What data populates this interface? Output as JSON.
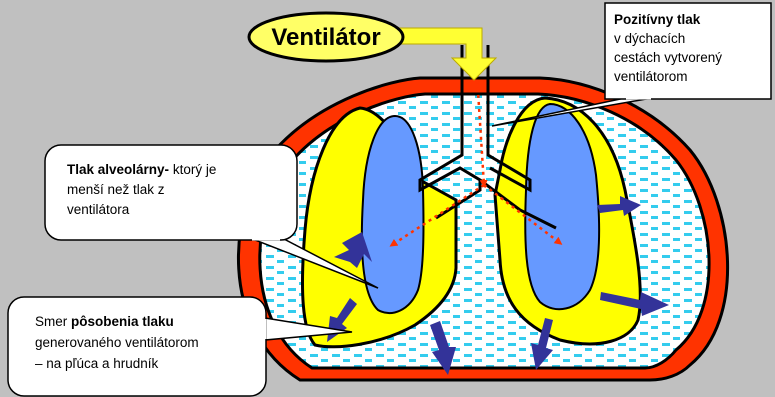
{
  "ventilator_label": "Ventilátor",
  "callouts": {
    "positive_pressure": {
      "title": "Pozitívny tlak",
      "line1": "v dýchacích",
      "line2": "cestách vytvorený",
      "line3": "ventilátorom"
    },
    "alveolar_pressure": {
      "title": "Tlak alveolárny-",
      "line1_rest": " ktorý je",
      "line2": "menší než tlak z",
      "line3": "ventilátora"
    },
    "pressure_direction": {
      "line1_pre": "Smer ",
      "line1_bold": "pôsobenia tlaku",
      "line2": "generovaného  ventilátorom",
      "line3": "– na pľúca a hrudník"
    }
  },
  "colors": {
    "background": "#c0c0c0",
    "chest_wall": "#ff3300",
    "pleura": "#ffff00",
    "lung": "#6699ff",
    "arrow": "#333399",
    "pressure_arrow": "#ff3300",
    "ventilator_arrow": "#ffff33"
  },
  "icons": {
    "pressure_arrows": "blue-outward-arrows",
    "airflow_arrows": "red-dotted-arrows",
    "ventilator_arrow": "yellow-down-arrow"
  }
}
